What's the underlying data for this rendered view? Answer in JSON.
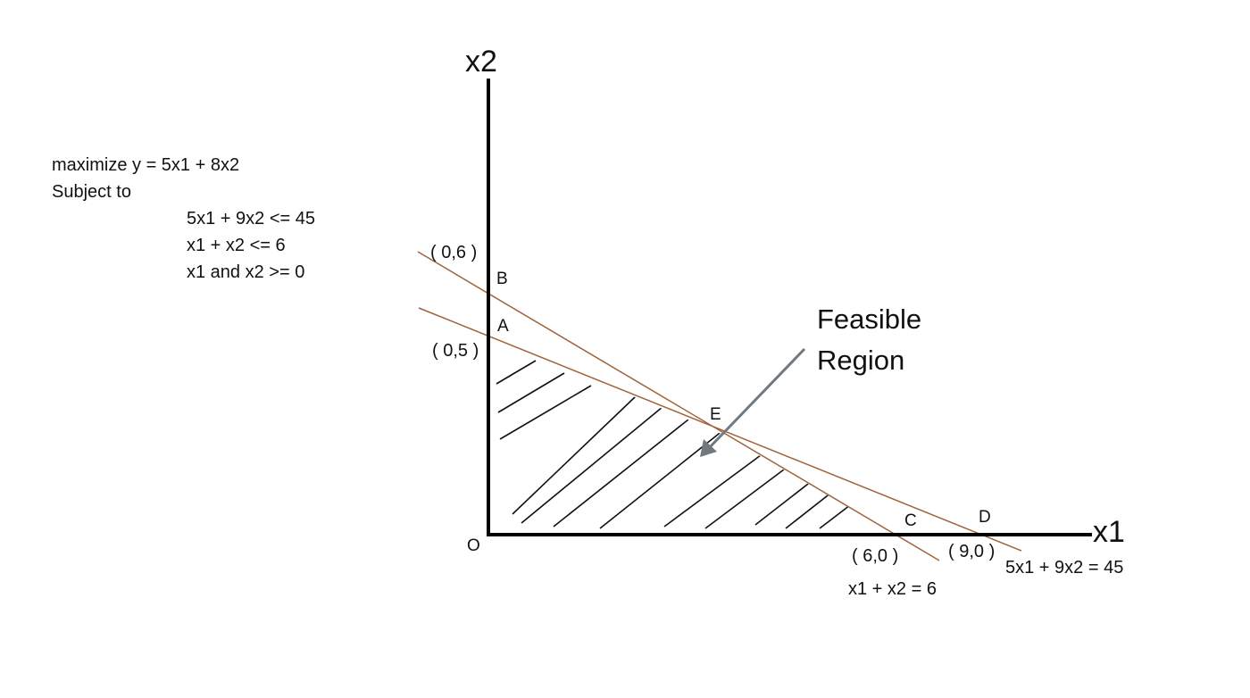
{
  "problem": {
    "objective": "maximize y = 5x1 + 8x2",
    "subject_to": "Subject to",
    "constraints": [
      "5x1 + 9x2 <= 45",
      "x1 + x2 <= 6",
      "x1 and x2 >= 0"
    ]
  },
  "axes": {
    "x_title": "x1",
    "y_title": "x2",
    "origin_label": "O"
  },
  "points": {
    "A": "A",
    "B": "B",
    "C": "C",
    "D": "D",
    "E": "E"
  },
  "coords": {
    "p06": "( 0,6 )",
    "p05": "( 0,5 )",
    "p60": "( 6,0 )",
    "p90": "( 9,0 )"
  },
  "lines": {
    "line1_eq": "x1 + x2 = 6",
    "line2_eq": "5x1 + 9x2 = 45"
  },
  "region": {
    "line1": "Feasible",
    "line2": "Region"
  },
  "colors": {
    "constraint_line": "#a0643c",
    "arrow": "#707880",
    "axis": "#000000"
  }
}
